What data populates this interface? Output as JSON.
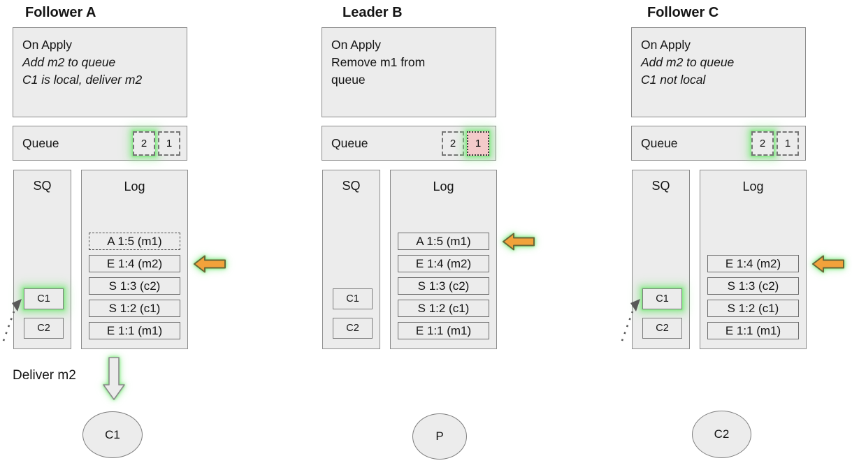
{
  "colors": {
    "panel_bg": "#ececec",
    "panel_border": "#8c8c8c",
    "glow_green": "#7de87d",
    "arrow_orange_fill": "#f2a23b",
    "arrow_orange_border": "#686838",
    "queue_removed_pink": "#f3caca",
    "dotted_arrow_gray": "#5a5a5a"
  },
  "columns": [
    {
      "title": "Follower A",
      "on_apply": [
        "On Apply",
        "Add m2 to queue",
        "C1 is local, deliver m2"
      ],
      "queue": {
        "label": "Queue",
        "items": [
          "2",
          "1"
        ]
      },
      "sq": {
        "label": "SQ",
        "items": [
          "C1",
          "C2"
        ]
      },
      "log": {
        "label": "Log",
        "entries": [
          "A 1:5 (m1)",
          "E 1:4 (m2)",
          "S 1:3 (c2)",
          "S 1:2 (c1)",
          "E 1:1 (m1)"
        ]
      },
      "deliver_label": "Deliver m2",
      "node_label": "C1"
    },
    {
      "title": "Leader B",
      "on_apply": [
        "On Apply",
        "Remove m1 from",
        "queue"
      ],
      "queue": {
        "label": "Queue",
        "items": [
          "2",
          "1"
        ]
      },
      "sq": {
        "label": "SQ",
        "items": [
          "C1",
          "C2"
        ]
      },
      "log": {
        "label": "Log",
        "entries": [
          "A 1:5 (m1)",
          "E 1:4 (m2)",
          "S 1:3 (c2)",
          "S 1:2 (c1)",
          "E 1:1 (m1)"
        ]
      },
      "node_label": "P"
    },
    {
      "title": "Follower C",
      "on_apply": [
        "On Apply",
        "Add m2 to queue",
        "C1 not local"
      ],
      "queue": {
        "label": "Queue",
        "items": [
          "2",
          "1"
        ]
      },
      "sq": {
        "label": "SQ",
        "items": [
          "C1",
          "C2"
        ]
      },
      "log": {
        "label": "Log",
        "entries": [
          "E 1:4 (m2)",
          "S 1:3 (c2)",
          "S 1:2 (c1)",
          "E 1:1 (m1)"
        ]
      },
      "node_label": "C2"
    }
  ]
}
